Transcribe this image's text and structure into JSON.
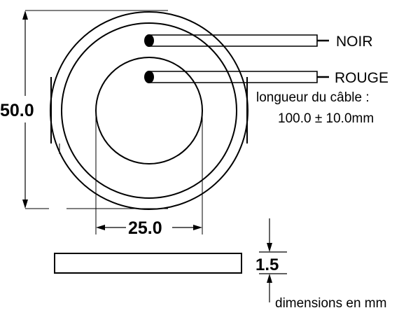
{
  "diagram": {
    "dimension_outer": "50.0",
    "dimension_inner": "25.0",
    "dimension_thickness": "1.5",
    "wire_black_label": "NOIR",
    "wire_red_label": "ROUGE",
    "cable_length_line1": "longueur du câble :",
    "cable_length_line2": "100.0 ± 10.0mm",
    "units_note": "dimensions en mm"
  }
}
